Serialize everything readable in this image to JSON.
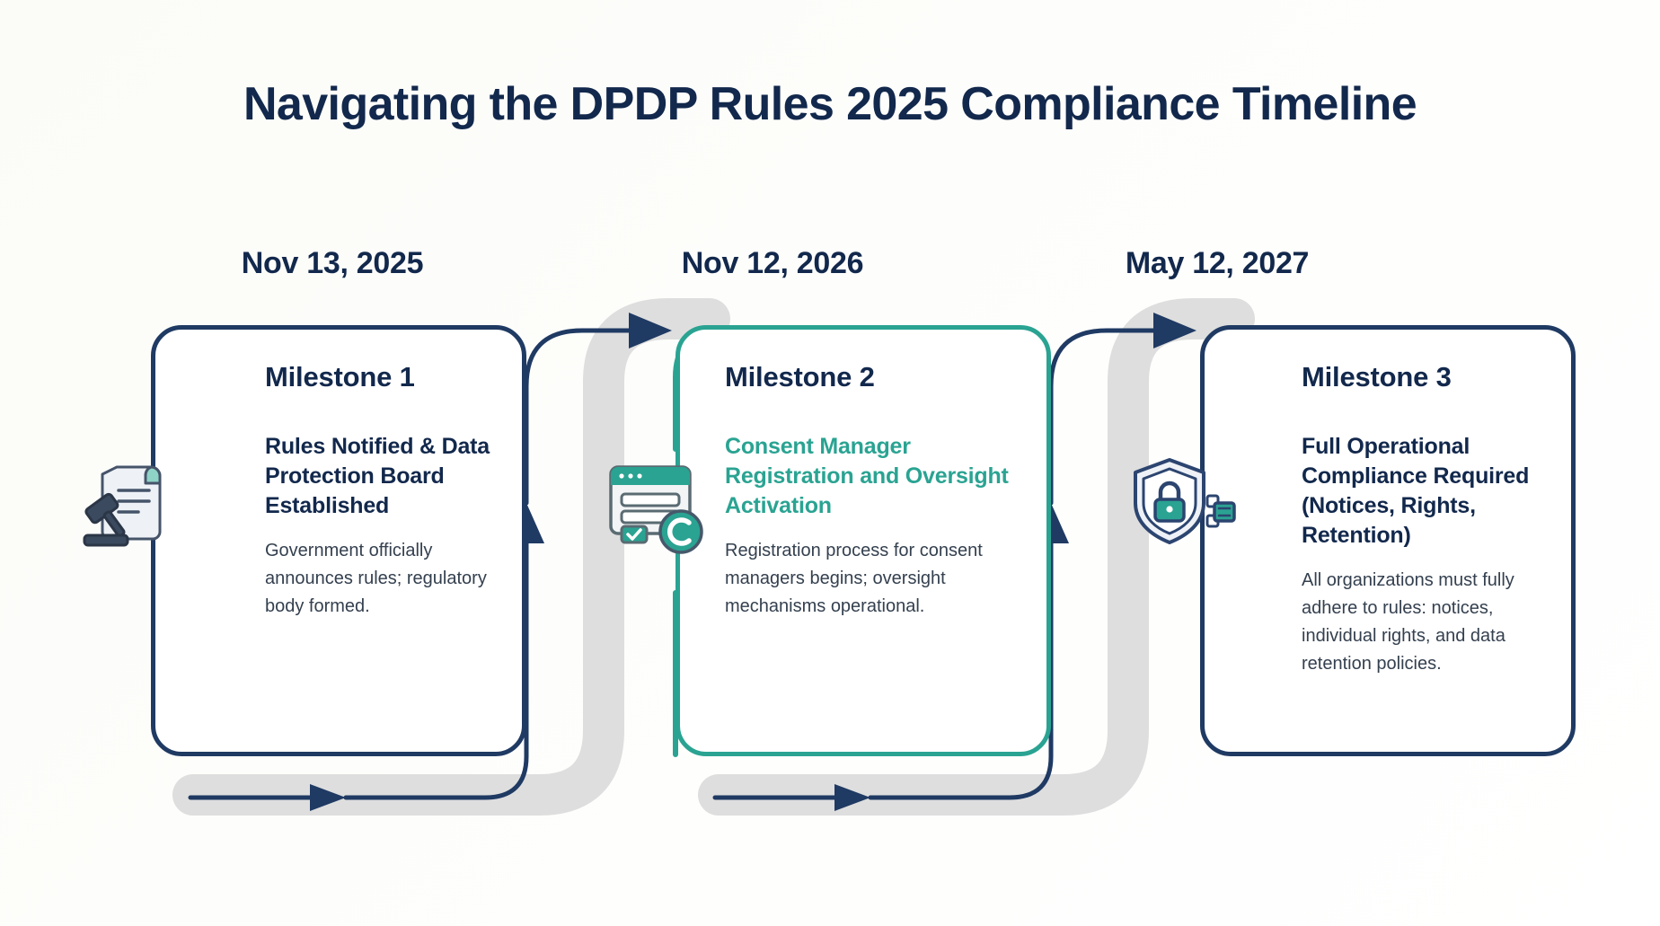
{
  "page": {
    "title": "Navigating the DPDP Rules 2025 Compliance Timeline",
    "background_color": "#fbfbf7"
  },
  "colors": {
    "navy": "#12284c",
    "navy_border": "#1f3a63",
    "teal": "#2aa392",
    "ribbon_gray": "#dedede",
    "body_text": "#34404f"
  },
  "milestones": [
    {
      "date": "Nov 13, 2025",
      "label": "Milestone 1",
      "heading": "Rules Notified & Data Protection Board Established",
      "description": "Government officially announces rules; regulatory body formed.",
      "icon": "scroll-gavel-icon",
      "accent": "#12284c"
    },
    {
      "date": "Nov 12, 2026",
      "label": "Milestone 2",
      "heading": "Consent Manager Registration and Oversight Activation",
      "description": "Registration process for consent managers begins; oversight mechanisms operational.",
      "icon": "consent-form-window-icon",
      "accent": "#2aa392"
    },
    {
      "date": "May 12, 2027",
      "label": "Milestone 3",
      "heading": "Full Operational Compliance Required (Notices, Rights, Retention)",
      "description": "All organizations must fully adhere to rules: notices, individual rights, and data retention policies.",
      "icon": "shield-lock-server-icon",
      "accent": "#12284c"
    }
  ],
  "connectors": [
    {
      "name": "connector-1-to-2",
      "direction": "right-up"
    },
    {
      "name": "connector-2-to-3",
      "direction": "right-up"
    }
  ]
}
